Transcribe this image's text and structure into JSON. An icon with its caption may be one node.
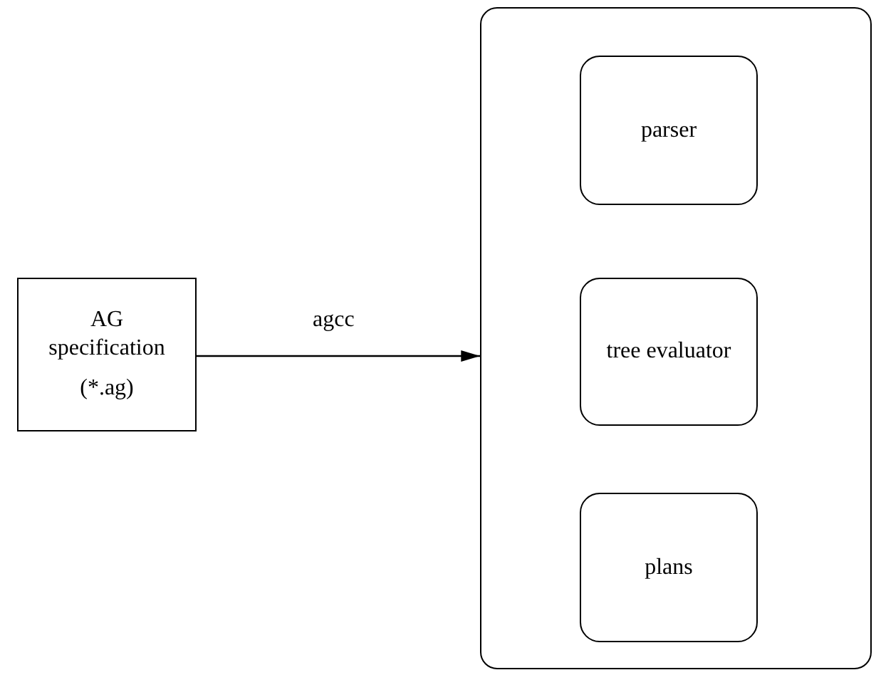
{
  "diagram": {
    "nodes": [
      {
        "text": [
          "AG specification",
          "(*.ag)"
        ]
      },
      {
        "text": [],
        "shape": "box"
      },
      {
        "text": [
          "parser"
        ],
        "in": 1
      },
      {
        "text": [
          "tree evaluator"
        ],
        "in": 1
      },
      {
        "text": [
          "plans"
        ],
        "in": 1
      }
    ],
    "edges": [
      {
        "from": 0,
        "to": 1,
        "arrow": "to",
        "label": "agcc"
      }
    ]
  }
}
